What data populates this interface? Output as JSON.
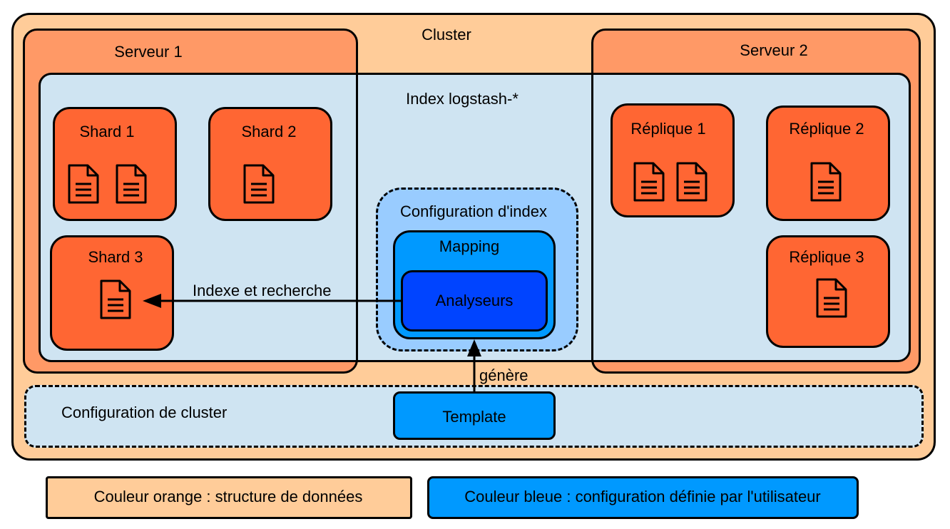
{
  "colors": {
    "cluster": "#ffcc99",
    "server": "#ff9966",
    "index": "#cfe4f2",
    "shard": "#ff6633",
    "config_index": "#99ccff",
    "mapping": "#0099ff",
    "analyseurs": "#0044ff",
    "template": "#0099ff",
    "border": "#000000"
  },
  "cluster": {
    "label": "Cluster"
  },
  "servers": [
    {
      "label": "Serveur 1"
    },
    {
      "label": "Serveur 2"
    }
  ],
  "index": {
    "label": "Index logstash-*"
  },
  "shards": [
    {
      "label": "Shard 1",
      "docs": 2
    },
    {
      "label": "Shard 2",
      "docs": 1
    },
    {
      "label": "Shard 3",
      "docs": 1
    }
  ],
  "replicas": [
    {
      "label": "Réplique 1",
      "docs": 2
    },
    {
      "label": "Réplique 2",
      "docs": 1
    },
    {
      "label": "Réplique 3",
      "docs": 1
    }
  ],
  "index_config": {
    "label": "Configuration d'index"
  },
  "mapping": {
    "label": "Mapping"
  },
  "analyseurs": {
    "label": "Analyseurs"
  },
  "edges": {
    "indexe": "Indexe et recherche",
    "genere": "génère"
  },
  "cluster_config": {
    "label": "Configuration de cluster"
  },
  "template": {
    "label": "Template"
  },
  "legend": {
    "orange": "Couleur orange : structure de données",
    "blue": "Couleur bleue : configuration définie par l'utilisateur"
  },
  "icons": {
    "document": "document-icon"
  }
}
